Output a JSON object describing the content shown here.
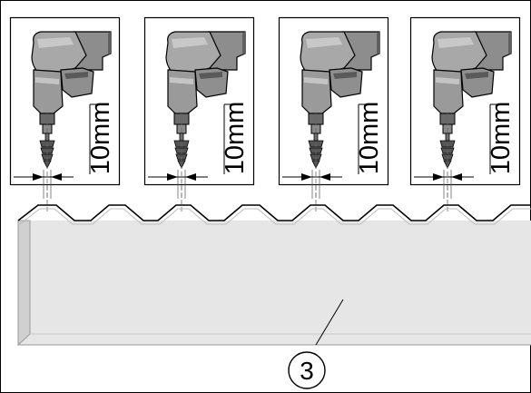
{
  "diagram": {
    "panels": [
      {
        "label": "10mm"
      },
      {
        "label": "10mm"
      },
      {
        "label": "10mm"
      },
      {
        "label": "10mm"
      }
    ],
    "callout": {
      "label": "3"
    },
    "colors": {
      "line": "#000000",
      "drill_body": "#9a9a9a",
      "drill_dark": "#5f5f5f",
      "drill_light": "#c4c4c4",
      "sheet_fill": "#e6e6e6",
      "sheet_shadow": "#bdbdbd",
      "guide": "#666666"
    }
  }
}
